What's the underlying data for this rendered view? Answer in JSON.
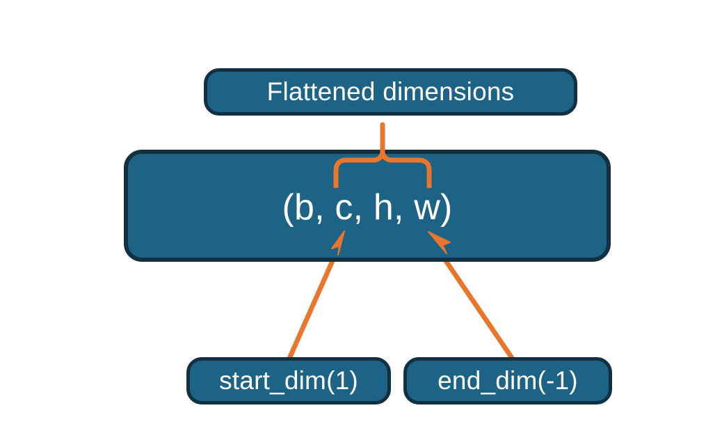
{
  "diagram": {
    "title_node": {
      "label": "Flattened dimensions"
    },
    "shape_node": {
      "label": "(b, c, h, w)"
    },
    "start_node": {
      "label": "start_dim(1)"
    },
    "end_node": {
      "label": "end_dim(-1)"
    },
    "annotations": {
      "brace": "curly-brace-spanning-c-h-w",
      "arrow_left": "arrow-start-dim-to-c",
      "arrow_right": "arrow-end-dim-to-w"
    },
    "colors": {
      "node_fill": "#1c6386",
      "node_border": "#12303f",
      "accent": "#e8762c",
      "text": "#ffffff",
      "background": "#ffffff"
    }
  }
}
